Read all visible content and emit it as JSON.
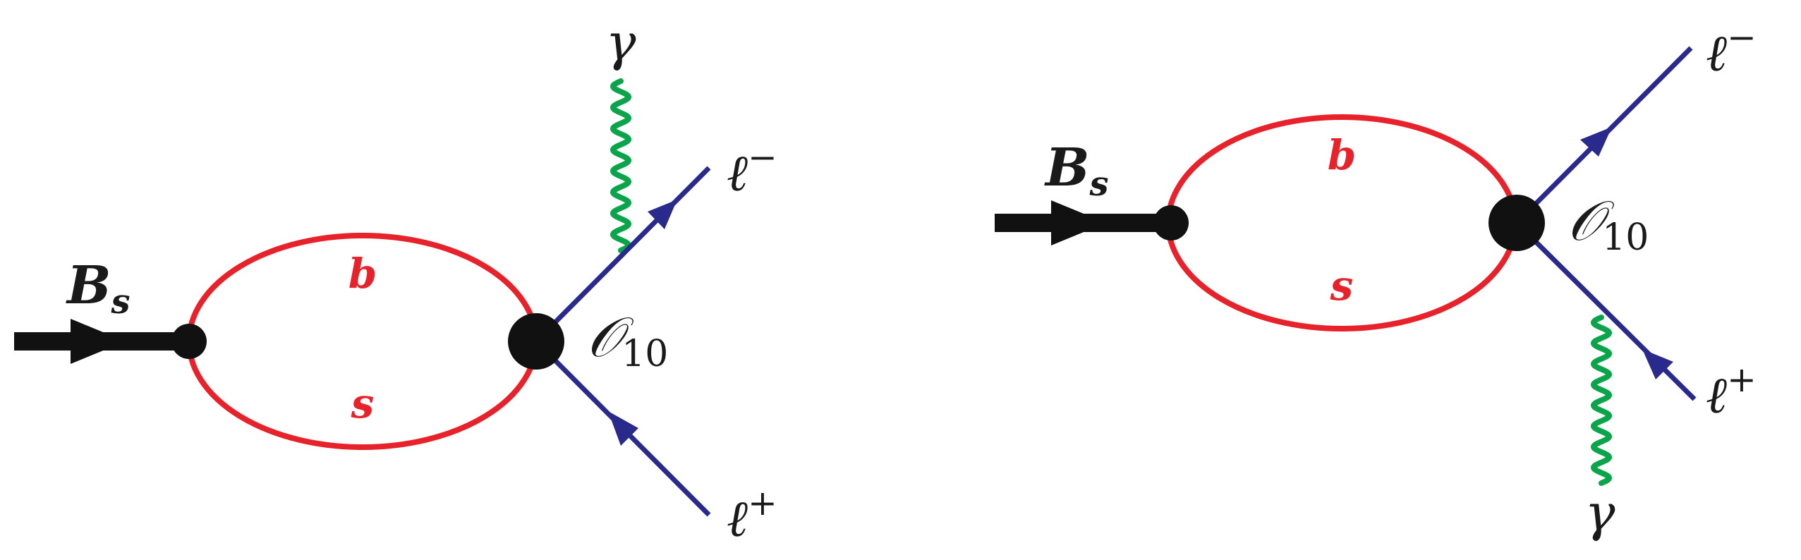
{
  "diagrams": [
    {
      "meson": {
        "main": "B",
        "sub": "s"
      },
      "quark_upper": "b",
      "quark_lower": "s",
      "operator": {
        "main": "𝒪",
        "sub": "10"
      },
      "photon": "γ",
      "lepton_minus": {
        "main": "ℓ",
        "sup": "−"
      },
      "lepton_plus": {
        "main": "ℓ",
        "sup": "+"
      }
    },
    {
      "meson": {
        "main": "B",
        "sub": "s"
      },
      "quark_upper": "b",
      "quark_lower": "s",
      "operator": {
        "main": "𝒪",
        "sub": "10"
      },
      "photon": "γ",
      "lepton_minus": {
        "main": "ℓ",
        "sup": "−"
      },
      "lepton_plus": {
        "main": "ℓ",
        "sup": "+"
      }
    }
  ],
  "colors": {
    "meson_line": "#111111",
    "quark_loop": "#e8222b",
    "lepton_line": "#2a2a8c",
    "photon": "#0aa54a",
    "vertex": "#111111",
    "label": "#1a1a1a",
    "quark_label": "#e8222b"
  }
}
